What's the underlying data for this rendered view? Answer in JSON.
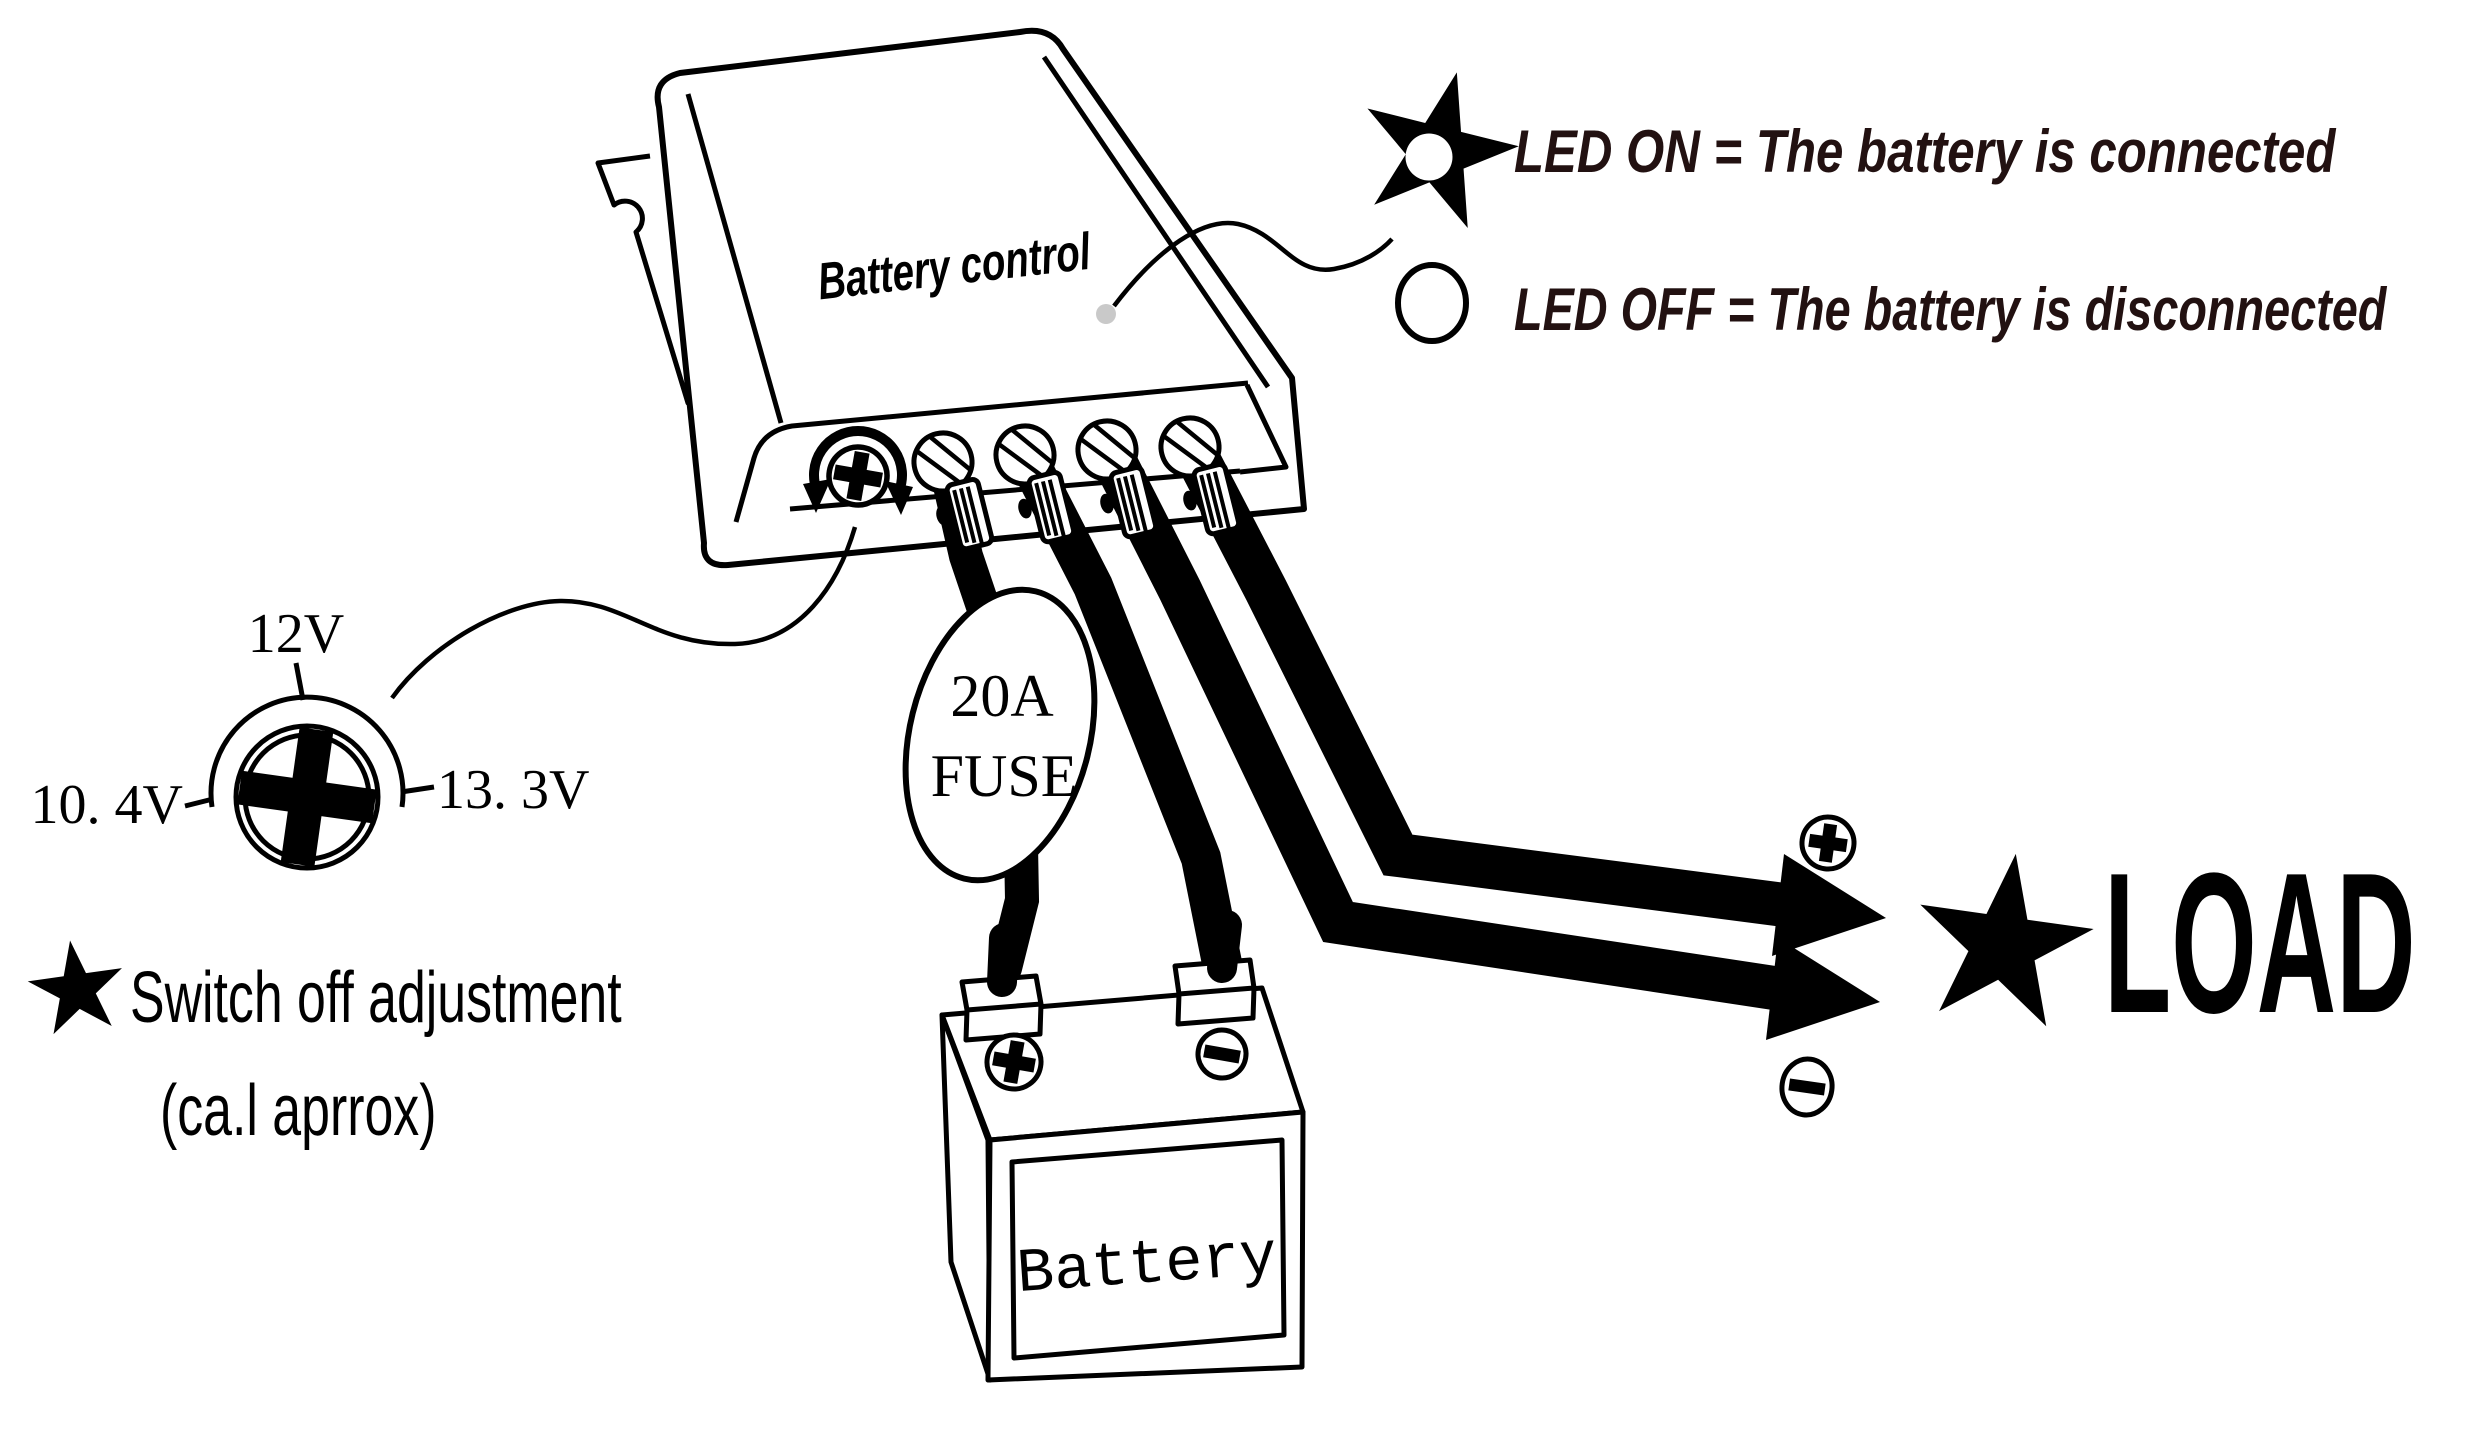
{
  "device": {
    "label": "Battery control",
    "led_indicator": "power-led"
  },
  "legend": {
    "led_on": {
      "icon": "star-led-on-icon",
      "text": "LED ON = The battery is connected"
    },
    "led_off": {
      "icon": "circle-led-off-icon",
      "text": "LED OFF = The battery is disconnected"
    }
  },
  "adjustment_dial": {
    "top_label": "12V",
    "left_label": "10. 4V",
    "right_label": "13. 3V"
  },
  "adjustment_note": {
    "line1": "Switch off adjustment",
    "line2": "(ca.l aprrox)"
  },
  "fuse": {
    "rating": "20A",
    "label": "FUSE"
  },
  "battery": {
    "label": "Battery",
    "terminals": [
      "positive",
      "negative"
    ]
  },
  "load": {
    "label": "LOAD",
    "terminals": [
      "positive",
      "negative"
    ]
  },
  "colors": {
    "ink": "#000000",
    "legend_text": "#221111",
    "led_dot": "#c9c9c9",
    "background": "#ffffff"
  }
}
